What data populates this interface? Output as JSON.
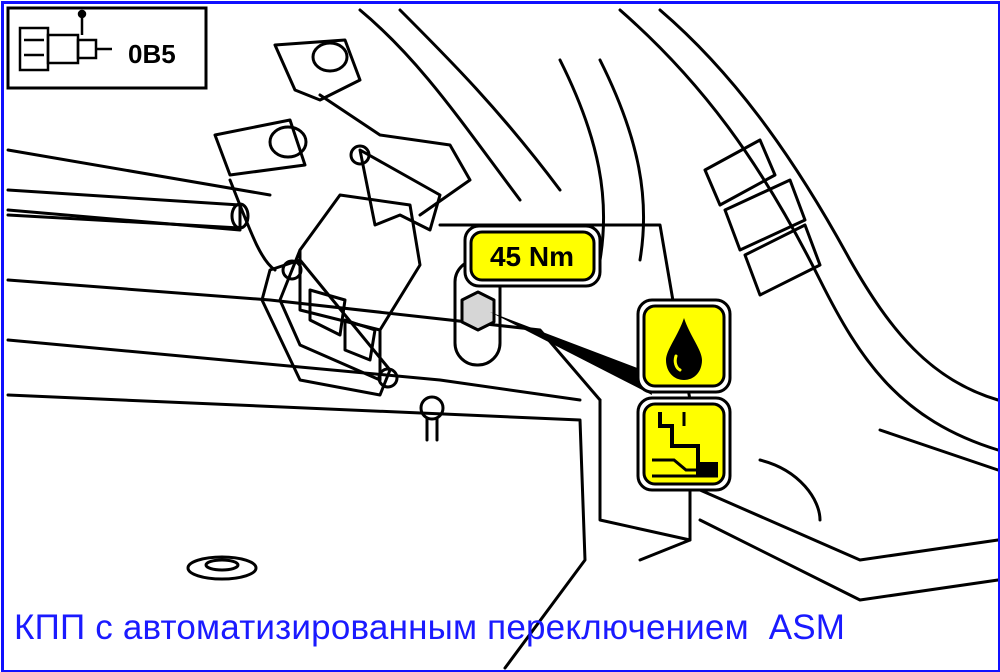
{
  "badge": {
    "label": "0B5",
    "icon": "gearbox-icon"
  },
  "torque": {
    "label": "45 Nm",
    "color": "#ffff00"
  },
  "symbols": {
    "oil": "oil-drop-icon",
    "fluid_level": "fluid-level-icon",
    "color": "#ffff00"
  },
  "caption": {
    "text": "КПП с автоматизированным переключением  ASM",
    "color": "#1a1aff"
  },
  "colors": {
    "frame": "#1010ff",
    "line": "#000000"
  }
}
